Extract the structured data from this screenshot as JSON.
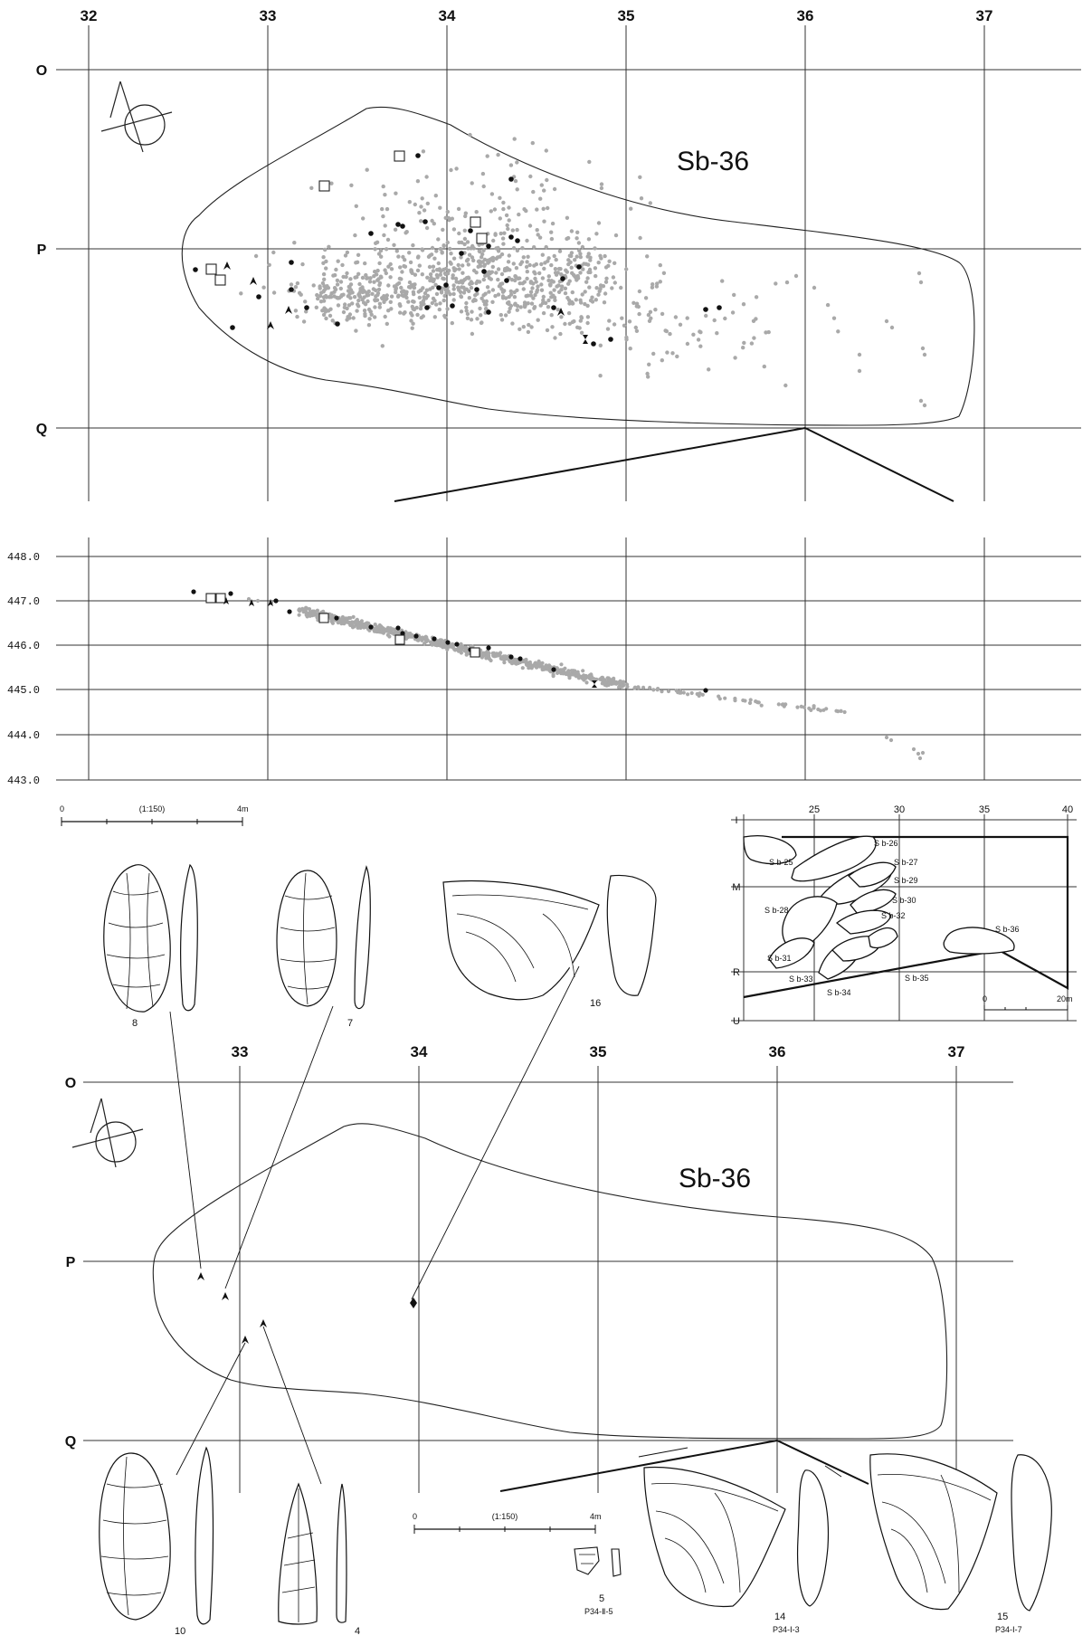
{
  "plan_top": {
    "col_labels": [
      "32",
      "33",
      "34",
      "35",
      "36",
      "37"
    ],
    "row_labels": [
      "O",
      "P",
      "Q"
    ],
    "unit_label": "Sb-36"
  },
  "profile": {
    "elev_labels": [
      "448.0",
      "447.0",
      "446.0",
      "445.0",
      "444.0",
      "443.0"
    ]
  },
  "scale_top": {
    "start": "0",
    "ratio": "(1:150)",
    "end": "4m"
  },
  "scale_bottom": {
    "start": "0",
    "ratio": "(1:150)",
    "end": "4m"
  },
  "inset": {
    "col_labels": [
      "25",
      "30",
      "35",
      "40"
    ],
    "row_labels": [
      "I",
      "M",
      "R",
      "U"
    ],
    "units": [
      "S b-25",
      "S b-26",
      "S b-27",
      "S b-29",
      "S b-30",
      "S b-28",
      "S b-32",
      "S b-31",
      "S b-33",
      "S b-34",
      "S b-35",
      "S b-36"
    ],
    "scale_start": "0",
    "scale_end": "20m"
  },
  "plan_bottom": {
    "col_labels": [
      "33",
      "34",
      "35",
      "36",
      "37"
    ],
    "row_labels": [
      "O",
      "P",
      "Q"
    ],
    "unit_label": "Sb-36"
  },
  "artifacts": [
    {
      "num": "8"
    },
    {
      "num": "7"
    },
    {
      "num": "16"
    },
    {
      "num": "10"
    },
    {
      "num": "4"
    },
    {
      "num": "5",
      "code": "P34-Ⅱ-5"
    },
    {
      "num": "14",
      "code": "P34-Ⅰ-3"
    },
    {
      "num": "15",
      "code": "P34-Ⅰ-7"
    }
  ]
}
